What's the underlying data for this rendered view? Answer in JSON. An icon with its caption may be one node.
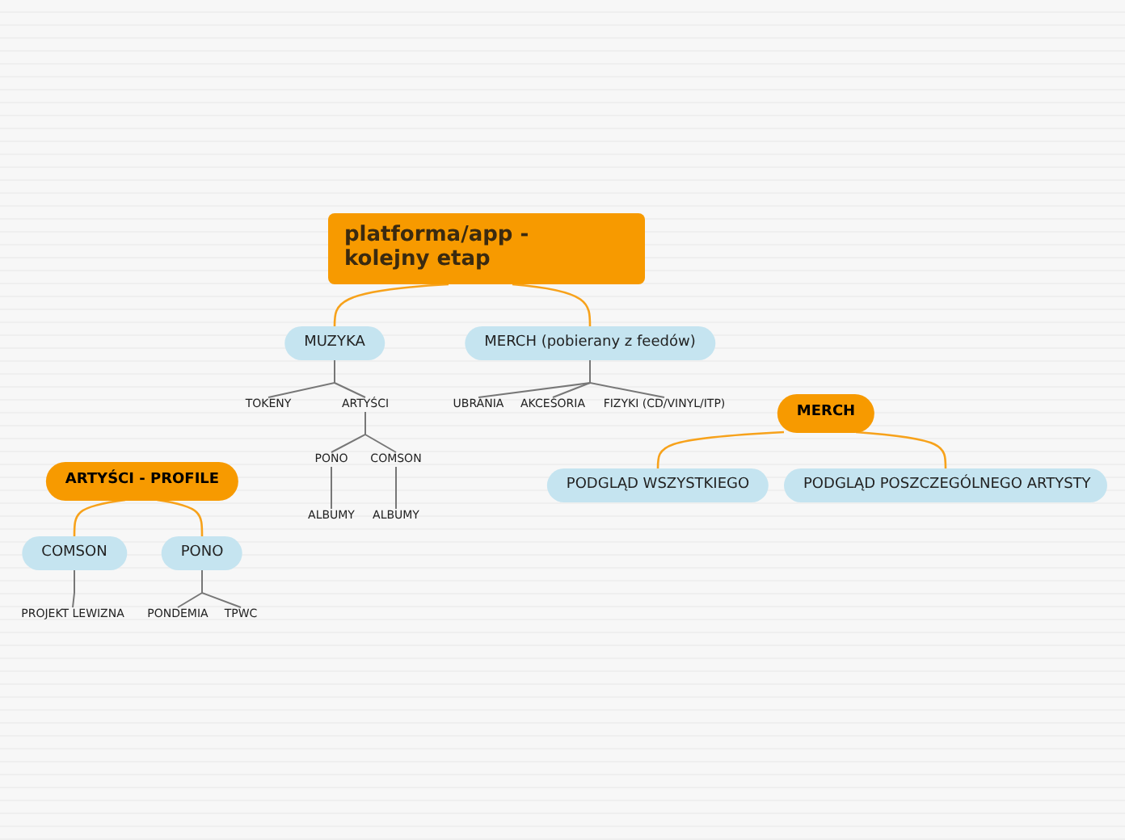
{
  "diagram": {
    "nodes": [
      {
        "text": [
          "platforma/app - kolejny etap"
        ]
      },
      {
        "text": [
          "MUZYKA"
        ]
      },
      {
        "text": [
          "MERCH (pobierany z feedów)"
        ]
      },
      {
        "text": [
          "TOKENY"
        ]
      },
      {
        "text": [
          "ARTYŚCI"
        ]
      },
      {
        "text": [
          "PONO"
        ]
      },
      {
        "text": [
          "COMSON"
        ]
      },
      {
        "text": [
          "ALBUMY"
        ]
      },
      {
        "text": [
          "ALBUMY"
        ]
      },
      {
        "text": [
          "UBRANIA"
        ]
      },
      {
        "text": [
          "AKCESORIA"
        ]
      },
      {
        "text": [
          "FIZYKI (CD/VINYL/ITP)"
        ]
      },
      {
        "text": [
          "MERCH"
        ]
      },
      {
        "text": [
          "PODGLĄD WSZYSTKIEGO"
        ]
      },
      {
        "text": [
          "PODGLĄD POSZCZEGÓLNEGO ARTYSTY"
        ]
      },
      {
        "text": [
          "ARTYŚCI - PROFILE"
        ]
      },
      {
        "text": [
          "COMSON"
        ]
      },
      {
        "text": [
          "PONO"
        ]
      },
      {
        "text": [
          "PROJEKT LEWIZNA"
        ]
      },
      {
        "text": [
          "PONDEMIA"
        ]
      },
      {
        "text": [
          "TPWC"
        ]
      }
    ],
    "edges": [
      {
        "from": 0,
        "to": 1,
        "arrow": "none",
        "color": "#f7a21b"
      },
      {
        "from": 0,
        "to": 2,
        "arrow": "none",
        "color": "#f7a21b"
      },
      {
        "from": 1,
        "to": 3,
        "arrow": "none"
      },
      {
        "from": 1,
        "to": 4,
        "arrow": "none"
      },
      {
        "from": 4,
        "to": 5,
        "arrow": "none"
      },
      {
        "from": 4,
        "to": 6,
        "arrow": "none"
      },
      {
        "from": 5,
        "to": 7,
        "arrow": "none"
      },
      {
        "from": 6,
        "to": 8,
        "arrow": "none"
      },
      {
        "from": 2,
        "to": 9,
        "arrow": "none"
      },
      {
        "from": 2,
        "to": 10,
        "arrow": "none"
      },
      {
        "from": 2,
        "to": 11,
        "arrow": "none"
      },
      {
        "from": 12,
        "to": 13,
        "arrow": "none",
        "color": "#f7a21b"
      },
      {
        "from": 12,
        "to": 14,
        "arrow": "none",
        "color": "#f7a21b"
      },
      {
        "from": 15,
        "to": 16,
        "arrow": "none",
        "color": "#f7a21b"
      },
      {
        "from": 15,
        "to": 17,
        "arrow": "none",
        "color": "#f7a21b"
      },
      {
        "from": 16,
        "to": 18,
        "arrow": "none"
      },
      {
        "from": 17,
        "to": 19,
        "arrow": "none"
      },
      {
        "from": 17,
        "to": 20,
        "arrow": "none"
      }
    ]
  }
}
